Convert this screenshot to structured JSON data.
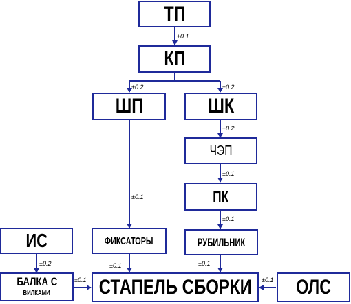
{
  "nodes": {
    "tp": "ТП",
    "kp": "КП",
    "shp": "ШП",
    "shk": "ШК",
    "chep": "ЧЭП",
    "pk": "ПК",
    "fiksatory": "ФИКСАТОРЫ",
    "rubilnik": "РУБИЛЬНИК",
    "is": "ИС",
    "balka_line1": "БАЛКА С",
    "balka_line2": "ВИЛКАМИ",
    "stapel": "СТАПЕЛЬ СБОРКИ",
    "ols": "ОЛС"
  },
  "tolerances": {
    "tp_kp": "±0.1",
    "kp_shp": "±0.2",
    "kp_shk": "±0.2",
    "shk_chep": "±0.2",
    "chep_pk": "±0.1",
    "pk_rubilnik": "±0.1",
    "shp_fiksatory": "±0.1",
    "is_balka": "±0.2",
    "fiksatory_stapel": "±0.1",
    "rubilnik_stapel": "±0.1",
    "balka_stapel": "±0.1",
    "ols_stapel": "±0.1"
  },
  "colors": {
    "border": "#1f2a9a",
    "line": "#1f2a9a",
    "text": "#000000"
  }
}
